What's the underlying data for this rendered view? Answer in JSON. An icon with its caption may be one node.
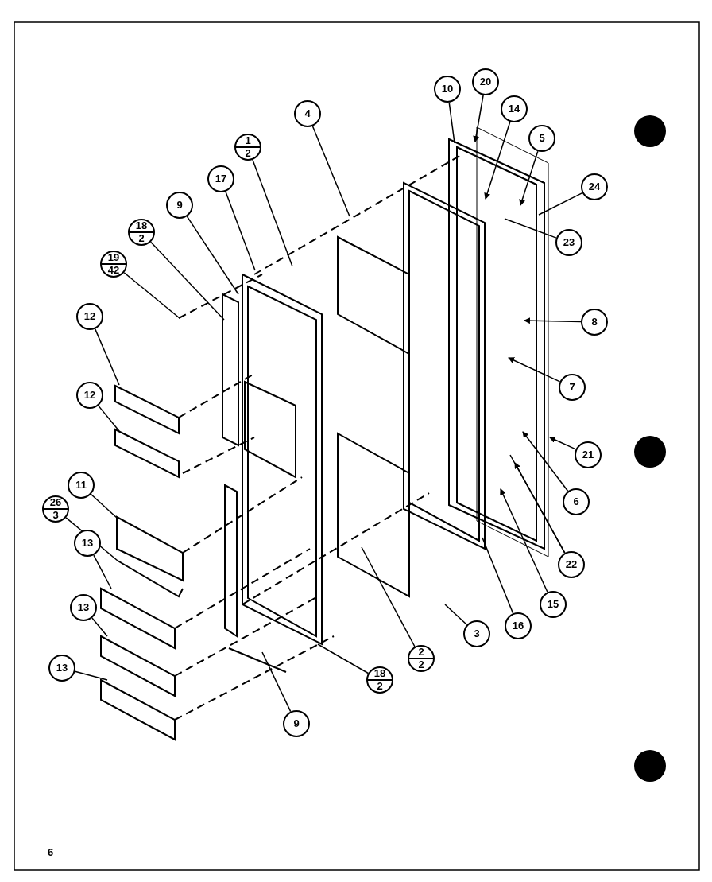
{
  "diagram": {
    "nodes": [
      {
        "text": [
          "10"
        ]
      },
      {
        "text": [
          "20"
        ]
      },
      {
        "text": [
          "14"
        ]
      },
      {
        "text": [
          "5"
        ]
      },
      {
        "text": [
          "24"
        ]
      },
      {
        "text": [
          "23"
        ]
      },
      {
        "text": [
          "8"
        ]
      },
      {
        "text": [
          "7"
        ]
      },
      {
        "text": [
          "21"
        ]
      },
      {
        "text": [
          "6"
        ]
      },
      {
        "text": [
          "22"
        ]
      },
      {
        "text": [
          "15"
        ]
      },
      {
        "text": [
          "16"
        ]
      },
      {
        "text": [
          "3"
        ]
      },
      {
        "text": [
          "4"
        ]
      },
      {
        "text": [
          "1",
          "2"
        ]
      },
      {
        "text": [
          "17"
        ]
      },
      {
        "text": [
          "9"
        ]
      },
      {
        "text": [
          "18",
          "2"
        ]
      },
      {
        "text": [
          "19",
          "42"
        ]
      },
      {
        "text": [
          "12"
        ]
      },
      {
        "text": [
          "12"
        ]
      },
      {
        "text": [
          "11"
        ]
      },
      {
        "text": [
          "26",
          "3"
        ]
      },
      {
        "text": [
          "13"
        ]
      },
      {
        "text": [
          "13"
        ]
      },
      {
        "text": [
          "13"
        ]
      },
      {
        "text": [
          "2",
          "2"
        ]
      },
      {
        "text": [
          "18",
          "2"
        ]
      },
      {
        "text": [
          "9"
        ]
      }
    ],
    "edges": [
      {
        "from": 0,
        "to": null,
        "arrow": "none"
      },
      {
        "from": 1,
        "to": null,
        "arrow": "to"
      },
      {
        "from": 2,
        "to": null,
        "arrow": "to"
      },
      {
        "from": 3,
        "to": null,
        "arrow": "to"
      },
      {
        "from": 4,
        "to": null,
        "arrow": "none"
      },
      {
        "from": 5,
        "to": null,
        "arrow": "none"
      },
      {
        "from": 6,
        "to": null,
        "arrow": "to"
      },
      {
        "from": 7,
        "to": null,
        "arrow": "to"
      },
      {
        "from": 8,
        "to": null,
        "arrow": "to"
      },
      {
        "from": 9,
        "to": null,
        "arrow": "to"
      },
      {
        "from": 10,
        "to": null,
        "arrow": "none"
      },
      {
        "from": 10,
        "to": null,
        "arrow": "to"
      },
      {
        "from": 11,
        "to": null,
        "arrow": "to"
      },
      {
        "from": 12,
        "to": null,
        "arrow": "none"
      },
      {
        "from": 13,
        "to": null,
        "arrow": "none"
      },
      {
        "from": 14,
        "to": null,
        "arrow": "none"
      },
      {
        "from": 15,
        "to": null,
        "arrow": "none"
      },
      {
        "from": 16,
        "to": null,
        "arrow": "none"
      },
      {
        "from": 17,
        "to": null,
        "arrow": "none"
      },
      {
        "from": 18,
        "to": null,
        "arrow": "none"
      },
      {
        "from": 19,
        "to": null,
        "arrow": "none"
      },
      {
        "from": 20,
        "to": null,
        "arrow": "none"
      },
      {
        "from": 21,
        "to": null,
        "arrow": "none"
      },
      {
        "from": 22,
        "to": null,
        "arrow": "none"
      },
      {
        "from": 23,
        "to": null,
        "arrow": "none"
      },
      {
        "from": 24,
        "to": null,
        "arrow": "none"
      },
      {
        "from": 25,
        "to": null,
        "arrow": "none"
      },
      {
        "from": 26,
        "to": null,
        "arrow": "none"
      },
      {
        "from": 27,
        "to": null,
        "arrow": "none"
      },
      {
        "from": 28,
        "to": null,
        "arrow": "none"
      },
      {
        "from": 29,
        "to": null,
        "arrow": "none"
      }
    ],
    "labels": [
      "6"
    ]
  }
}
